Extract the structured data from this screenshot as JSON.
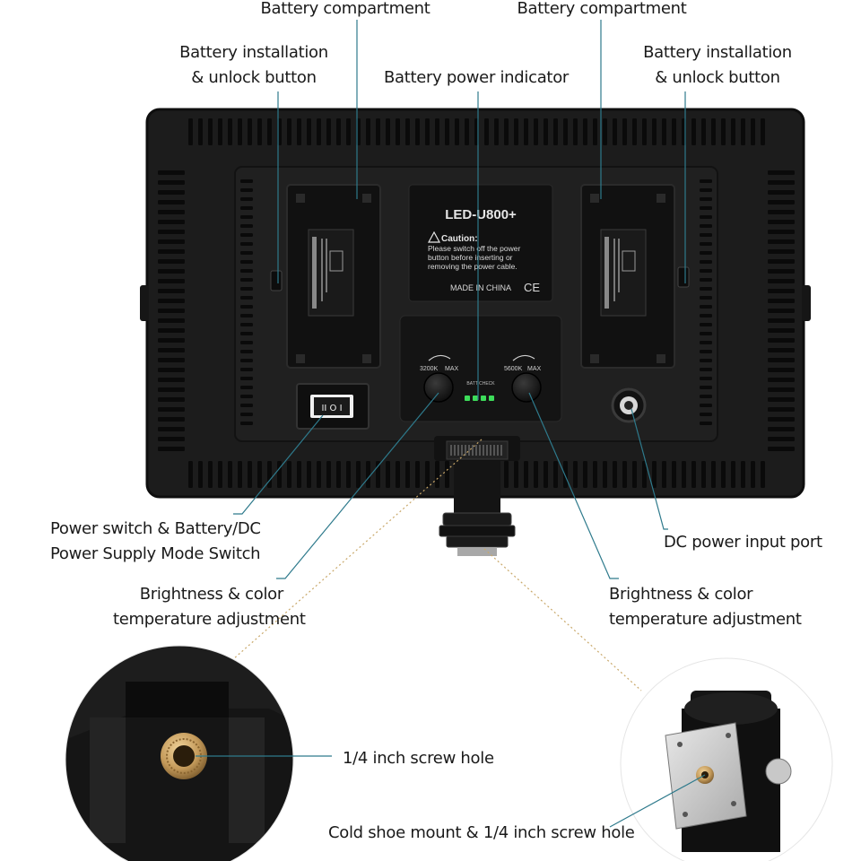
{
  "colors": {
    "panel": "#1c1c1c",
    "panel_edge": "#0e0e0e",
    "vent": "#0a0a0a",
    "leader_line": "#2e7a8c",
    "led_indicator": "#3ddc5a",
    "screw_brass": "#c9a46a",
    "label_text": "#1a1a1a"
  },
  "icons": [
    "battery-compartment-icon",
    "unlock-button-icon",
    "power-switch-icon",
    "knob-icon",
    "dc-port-icon",
    "screw-hole-icon",
    "cold-shoe-icon"
  ],
  "device": {
    "model": "LED-U800+",
    "caution_title": "Caution:",
    "caution_text_1": "Please switch off the power",
    "caution_text_2": "button before inserting or",
    "caution_text_3": "removing the power cable.",
    "made_in": "MADE IN CHINA",
    "ce_mark": "CE",
    "knob_left_min": "3200K",
    "knob_left_max": "MAX",
    "knob_right_min": "5600K",
    "knob_right_max": "MAX",
    "batt_check": "BATT CHECK",
    "switch_symbols": "II O I"
  },
  "labels": {
    "battery_compartment_left": "Battery compartment",
    "battery_compartment_right": "Battery compartment",
    "unlock_left_1": "Battery installation",
    "unlock_left_2": "& unlock button",
    "unlock_right_1": "Battery installation",
    "unlock_right_2": "& unlock button",
    "power_indicator": "Battery power indicator",
    "power_switch_1": "Power switch & Battery/DC",
    "power_switch_2": "Power Supply Mode Switch",
    "dc_port": "DC power input port",
    "brightness_left_1": "Brightness & color",
    "brightness_left_2": "temperature adjustment",
    "brightness_right_1": "Brightness & color",
    "brightness_right_2": "temperature adjustment",
    "screw_hole": "1/4 inch screw hole",
    "cold_shoe": "Cold shoe mount & 1/4 inch screw hole"
  }
}
